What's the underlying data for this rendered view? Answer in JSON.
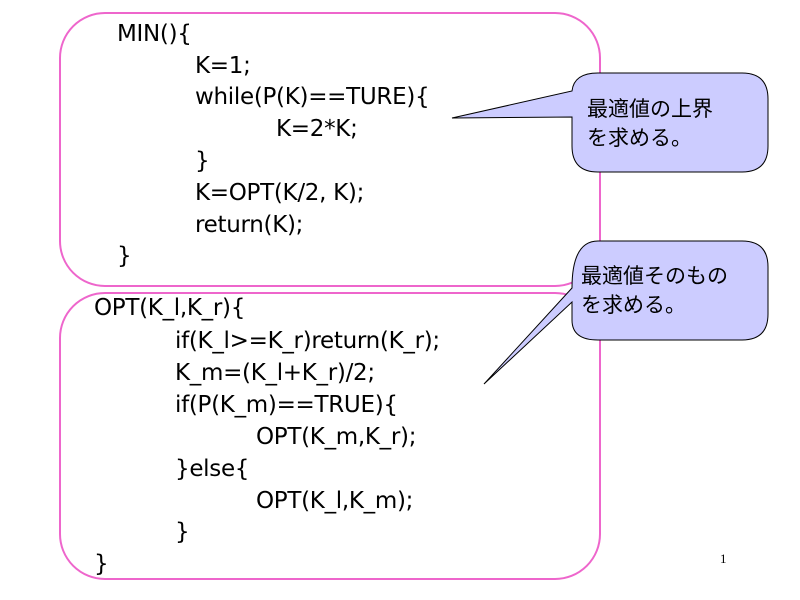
{
  "slide": {
    "min_function": {
      "lines": [
        "MIN(){",
        "K=1;",
        "while(P(K)==TURE){",
        "K=2*K;",
        "}",
        "K=OPT(K/2, K);",
        "return(K);",
        "}"
      ]
    },
    "opt_function": {
      "lines": [
        "OPT(K_l,K_r){",
        "if(K_l>=K_r)return(K_r);",
        "K_m=(K_l+K_r)/2;",
        "if(P(K_m)==TRUE){",
        "OPT(K_m,K_r);",
        "}else{",
        "OPT(K_l,K_m);",
        "}",
        "}"
      ]
    },
    "callouts": [
      {
        "line1": "最適値の上界",
        "line2": "を求める。"
      },
      {
        "line1": "最適値そのもの",
        "line2": "を求める。"
      }
    ],
    "page_number": "1",
    "colors": {
      "box_border": "#ee66cc",
      "callout_fill": "#ccccff",
      "callout_border": "#000000"
    }
  }
}
